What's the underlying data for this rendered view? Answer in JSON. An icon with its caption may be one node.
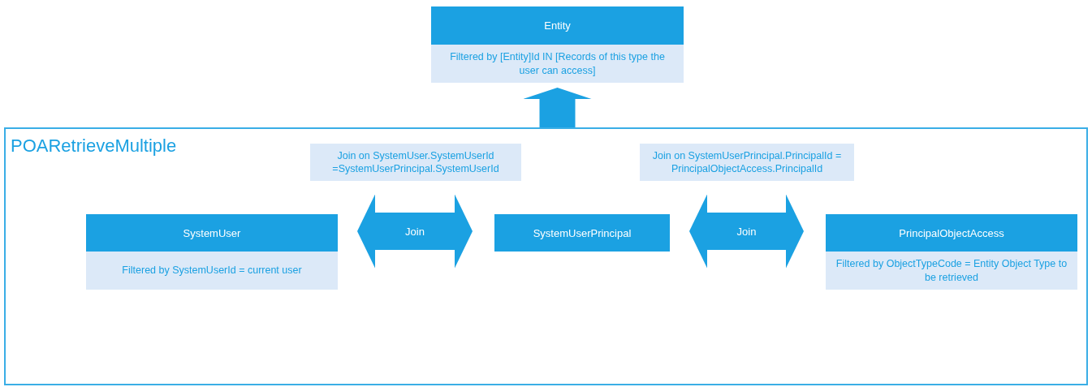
{
  "diagram": {
    "nodes": [
      {
        "text": [
          "Entity",
          "Filtered by [Entity]Id IN [Records of this type the user can access]"
        ]
      },
      {
        "text": [
          "POARetrieveMultiple"
        ]
      },
      {
        "text": [
          "Join on SystemUser.SystemUserId =SystemUserPrincipal.SystemUserId"
        ],
        "in": 1
      },
      {
        "text": [
          "Join on SystemUserPrincipal.PrincipalId = PrincipalObjectAccess.PrincipalId"
        ],
        "in": 1
      },
      {
        "text": [
          "SystemUser",
          "Filtered by SystemUserId = current user"
        ],
        "in": 1
      },
      {
        "text": [
          "SystemUserPrincipal"
        ],
        "in": 1
      },
      {
        "text": [
          "PrincipalObjectAccess",
          "Filtered by ObjectTypeCode = Entity Object Type to be retrieved"
        ],
        "in": 1
      }
    ],
    "edges": [
      {
        "from": 4,
        "to": 5,
        "arrow": "both",
        "label": "Join"
      },
      {
        "from": 5,
        "to": 6,
        "arrow": "both",
        "label": "Join"
      },
      {
        "from": 1,
        "to": 0,
        "arrow": "to"
      }
    ]
  }
}
